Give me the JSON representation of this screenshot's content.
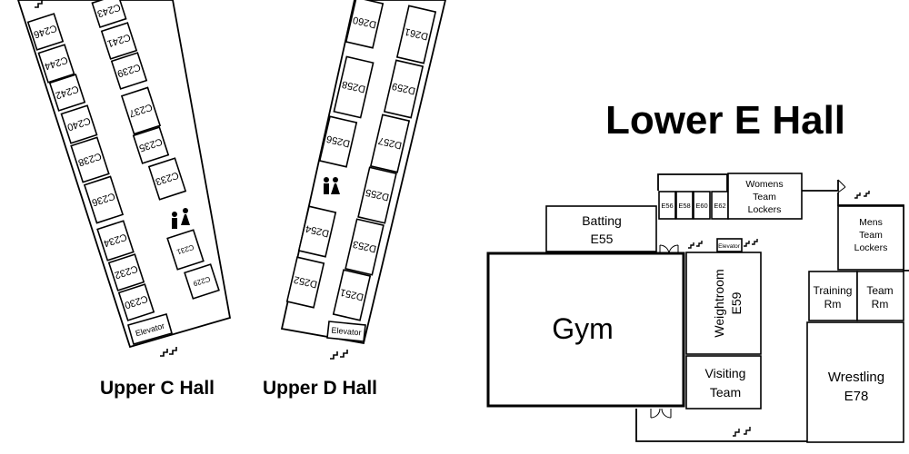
{
  "upper_c_hall": {
    "title": "Upper C Hall",
    "elevator": "Elevator",
    "rooms_outer": [
      "C246",
      "C244",
      "C242",
      "C240",
      "C238",
      "C236",
      "C234",
      "C232",
      "C230"
    ],
    "rooms_inner": [
      "C243",
      "C241",
      "C239",
      "C237",
      "C235",
      "C233",
      "C231",
      "C229"
    ]
  },
  "upper_d_hall": {
    "title": "Upper D Hall",
    "elevator": "Elevator",
    "rooms_left": [
      "D260",
      "D258",
      "D256",
      "D254",
      "D252"
    ],
    "rooms_right": [
      "D261",
      "D259",
      "D257",
      "D255",
      "D253",
      "D251"
    ]
  },
  "lower_e_hall": {
    "title": "Lower E Hall",
    "batting": [
      "Batting",
      "E55"
    ],
    "gym": "Gym",
    "small_rooms": [
      "E56",
      "E58",
      "E60",
      "E62"
    ],
    "womens_lockers": [
      "Womens",
      "Team",
      "Lockers"
    ],
    "elevator": "Elevator",
    "mens_lockers": [
      "Mens",
      "Team",
      "Lockers"
    ],
    "weightroom": [
      "Weightroom",
      "E59"
    ],
    "training": [
      "Training",
      "Rm"
    ],
    "team_rm": [
      "Team",
      "Rm"
    ],
    "visiting": [
      "Visiting",
      "Team"
    ],
    "wrestling": [
      "Wrestling",
      "E78"
    ]
  }
}
